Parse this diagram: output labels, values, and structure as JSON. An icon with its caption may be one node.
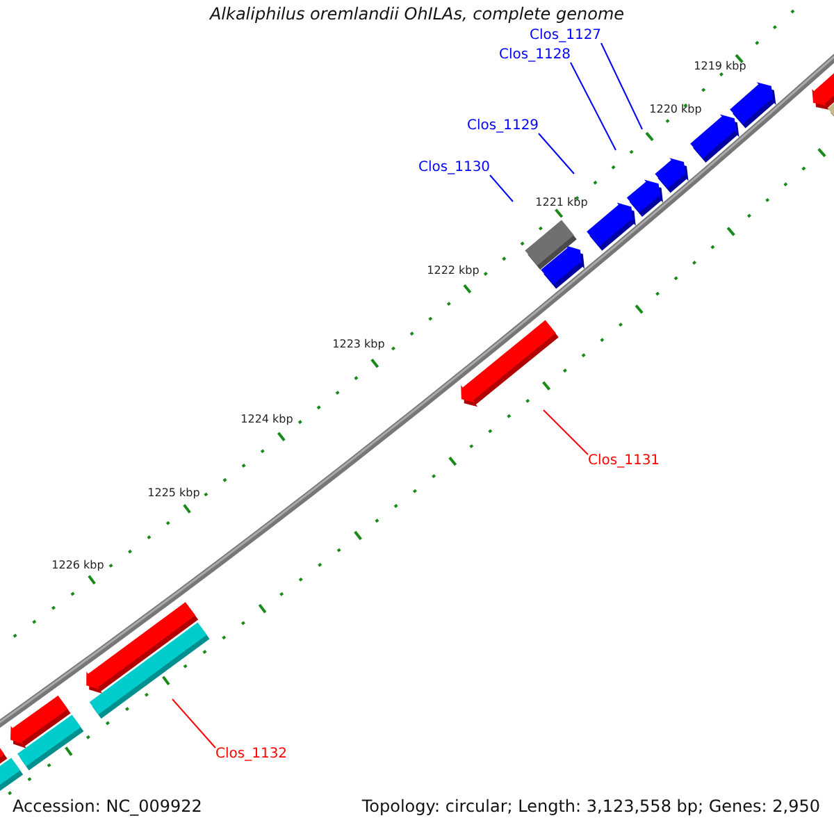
{
  "diagram": {
    "title": "Alkaliphilus oremlandii OhILAs, complete genome",
    "nodes": [
      {
        "text": [
          "Clos_1127"
        ]
      },
      {
        "text": [
          "Clos_1128"
        ]
      },
      {
        "text": [
          "Clos_1129"
        ]
      },
      {
        "text": [
          "Clos_1130"
        ]
      },
      {
        "text": [
          "Clos_1131"
        ]
      },
      {
        "text": [
          "Clos_1132"
        ]
      }
    ],
    "edges": [
      {
        "from": 0,
        "to": null,
        "arrow": "none"
      },
      {
        "from": 1,
        "to": null,
        "arrow": "none"
      },
      {
        "from": 2,
        "to": null,
        "arrow": "none"
      },
      {
        "from": 3,
        "to": null,
        "arrow": "none"
      },
      {
        "from": 4,
        "to": null,
        "arrow": "none",
        "color": "#ff0000"
      },
      {
        "from": 5,
        "to": null,
        "arrow": "none",
        "color": "#ff0000"
      }
    ],
    "labels": [
      "1219 kbp",
      "1220 kbp",
      "1221 kbp",
      "1222 kbp",
      "1223 kbp",
      "1224 kbp",
      "1225 kbp",
      "1226 kbp",
      "Accession: NC_009922",
      "Topology: circular; Length: 3,123,558 bp; Genes: 2,950"
    ]
  }
}
